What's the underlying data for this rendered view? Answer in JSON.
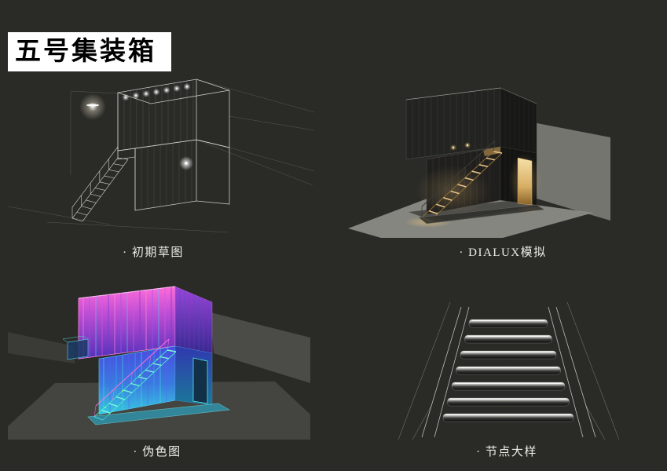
{
  "page": {
    "title": "五号集装箱",
    "background_color": "#2a2a27",
    "title_box_color": "#ffffff",
    "title_text_color": "#000000",
    "caption_color": "#ecece8"
  },
  "panels": [
    {
      "id": "sketch",
      "caption": "· 初期草图"
    },
    {
      "id": "dialux",
      "caption": "· DIALUX模拟"
    },
    {
      "id": "false-color",
      "caption": "· 伪色图"
    },
    {
      "id": "detail",
      "caption": "· 节点大样"
    }
  ],
  "colors": {
    "warm_light": "#e8c687",
    "door_glow": "#f6e0a8",
    "false_color_magenta": "#ff6cd8",
    "false_color_purple": "#7a3cd8",
    "false_color_blue": "#3a7ae0",
    "false_color_cyan": "#38c8e0",
    "wireframe_line": "#d6d6d2",
    "floor_gray": "#8e8e88"
  }
}
